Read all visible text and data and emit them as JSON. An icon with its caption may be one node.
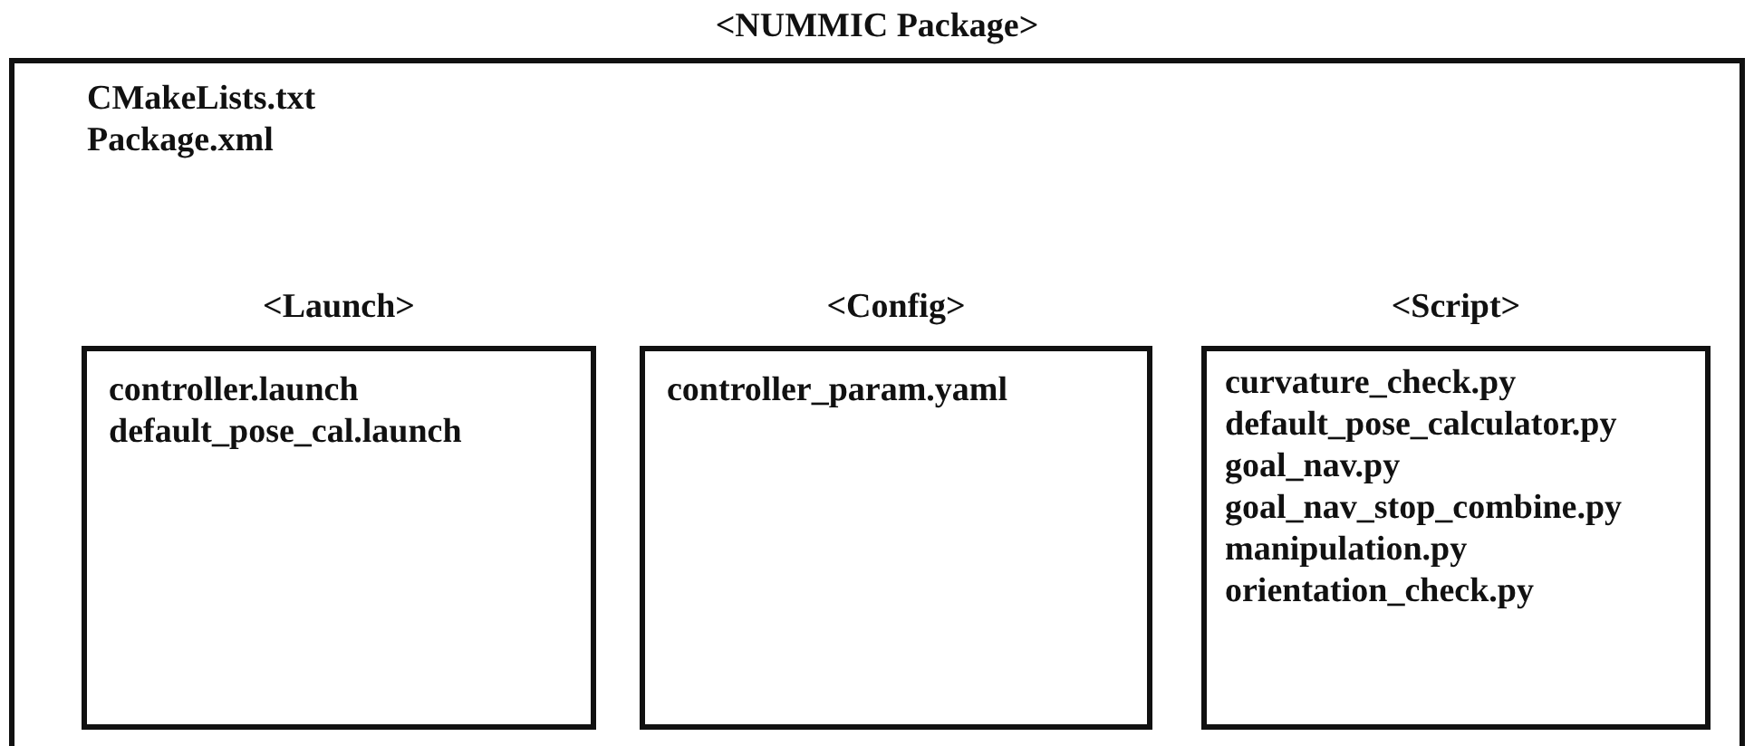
{
  "diagram": {
    "nodes": [
      {
        "text": [
          "<NUMMIC Package>",
          "CMakeLists.txt",
          "Package.xml"
        ]
      },
      {
        "text": [
          "<Launch>",
          "controller.launch",
          "default_pose_cal.launch"
        ],
        "in": 0
      },
      {
        "text": [
          "<Config>",
          "controller_param.yaml"
        ],
        "in": 0
      },
      {
        "text": [
          "<Script>",
          "curvature_check.py",
          "default_pose_calculator.py",
          "goal_nav.py",
          "goal_nav_stop_combine.py",
          "manipulation.py",
          "orientation_check.py"
        ],
        "in": 0
      }
    ]
  }
}
